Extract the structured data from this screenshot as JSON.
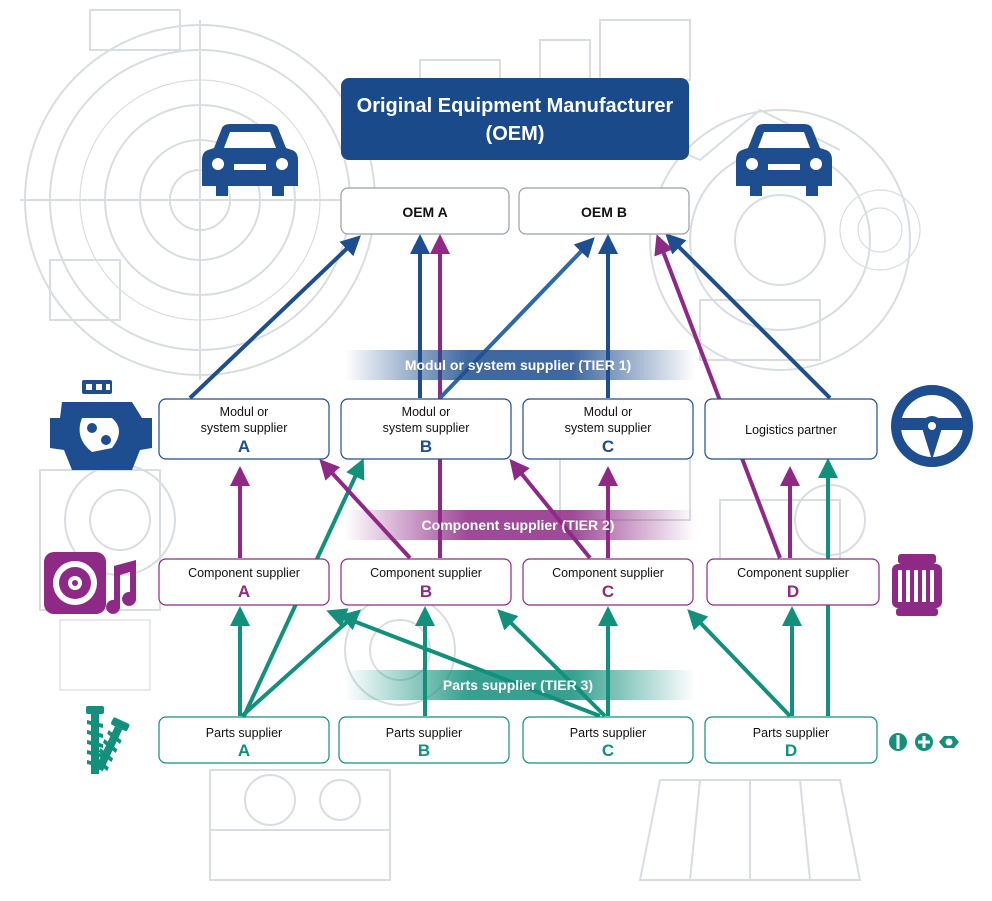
{
  "colors": {
    "blue": "#1e4e8f",
    "purple": "#8e2a86",
    "teal": "#12907c",
    "banner": "#1b4a8a",
    "background_drawing": "#d9dde2"
  },
  "oem_banner": {
    "line1": "Original Equipment Manufacturer",
    "line2": "(OEM)"
  },
  "oems": [
    {
      "label": "OEM A"
    },
    {
      "label": "OEM B"
    }
  ],
  "tier_bands": {
    "tier1": "Modul or system supplier (TIER 1)",
    "tier2": "Component supplier (TIER 2)",
    "tier3": "Parts supplier (TIER 3)"
  },
  "tier1": [
    {
      "line1": "Modul or",
      "line2": "system supplier",
      "letter": "A"
    },
    {
      "line1": "Modul or",
      "line2": "system supplier",
      "letter": "B"
    },
    {
      "line1": "Modul or",
      "line2": "system supplier",
      "letter": "C"
    },
    {
      "line1": "Logistics partner",
      "line2": "",
      "letter": ""
    }
  ],
  "tier2": [
    {
      "label": "Component supplier",
      "letter": "A"
    },
    {
      "label": "Component supplier",
      "letter": "B"
    },
    {
      "label": "Component supplier",
      "letter": "C"
    },
    {
      "label": "Component supplier",
      "letter": "D"
    }
  ],
  "tier3": [
    {
      "label": "Parts supplier",
      "letter": "A"
    },
    {
      "label": "Parts supplier",
      "letter": "B"
    },
    {
      "label": "Parts supplier",
      "letter": "C"
    },
    {
      "label": "Parts supplier",
      "letter": "D"
    }
  ],
  "icons": {
    "car_left": "car-icon",
    "car_right": "car-icon",
    "engine": "engine-icon",
    "steering_wheel": "steering-wheel-icon",
    "speaker_music": "speaker-music-icon",
    "air_filter": "air-filter-icon",
    "screws": "screws-icon",
    "screw_heads": "screw-heads-icon"
  }
}
